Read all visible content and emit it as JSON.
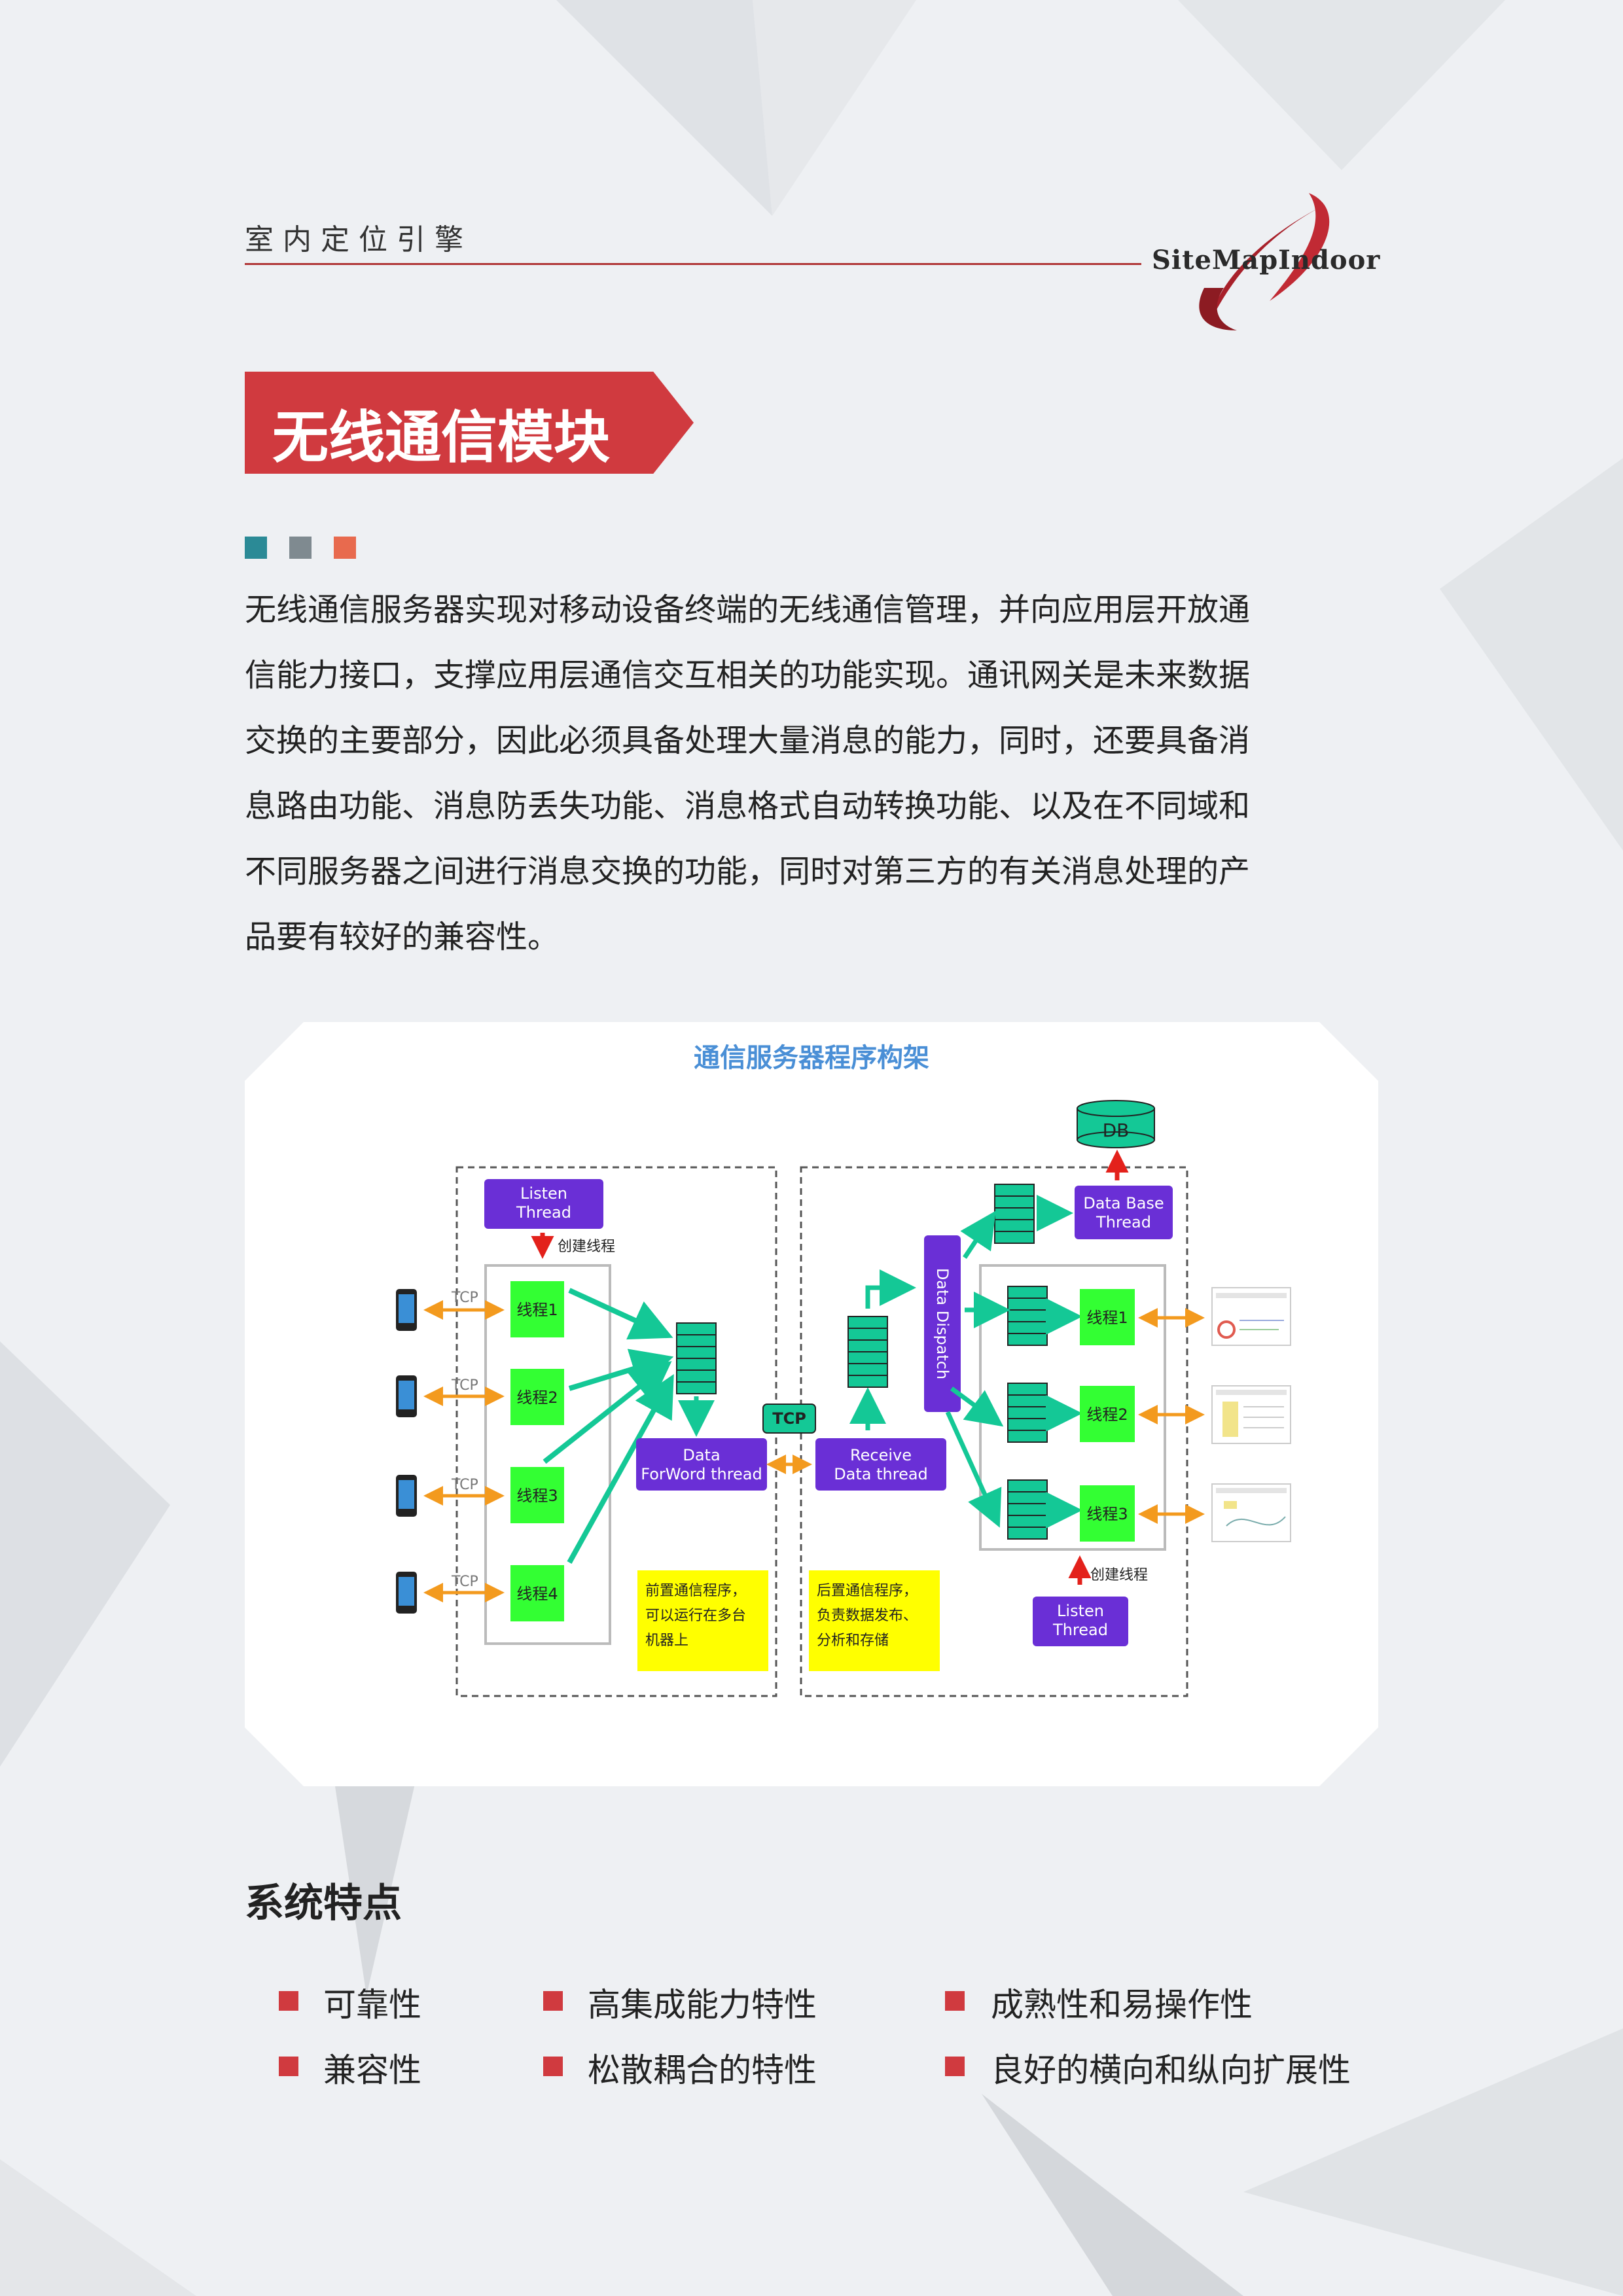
{
  "header": {
    "doc_title": "室内定位引擎",
    "logo_text": "SiteMapIndoor"
  },
  "section": {
    "title": "无线通信模块",
    "squares": [
      "#2b8a96",
      "#7f8a90",
      "#e86a4e"
    ],
    "intro_lines": [
      "无线通信服务器实现对移动设备终端的无线通信管理，并向应用层开放通",
      "信能力接口，支撑应用层通信交互相关的功能实现。通讯网关是未来数据",
      "交换的主要部分，因此必须具备处理大量消息的能力，同时，还要具备消",
      "息路由功能、消息防丢失功能、消息格式自动转换功能、以及在不同域和",
      "不同服务器之间进行消息交换的功能，同时对第三方的有关消息处理的产",
      "品要有较好的兼容性。"
    ]
  },
  "diagram": {
    "title": "通信服务器程序构架",
    "listen_thread_left": [
      "Listen",
      "Thread"
    ],
    "create_thread_label": "创建线程",
    "tcp_label": "TCP",
    "left_threads": [
      "线程1",
      "线程2",
      "线程3",
      "线程4"
    ],
    "forward_thread": [
      "Data",
      "ForWord thread"
    ],
    "tcp_bridge": "TCP",
    "receive_thread": [
      "Receive",
      "Data thread"
    ],
    "db_label": "DB",
    "db_thread": [
      "Data Base",
      "Thread"
    ],
    "dispatch_label": "Data Dispatch",
    "right_threads": [
      "线程1",
      "线程2",
      "线程3"
    ],
    "listen_thread_right": [
      "Listen",
      "Thread"
    ],
    "create_thread_label_right": "创建线程",
    "note_left": [
      "前置通信程序，",
      "可以运行在多台",
      "机器上"
    ],
    "note_right": [
      "后置通信程序，",
      "负责数据发布、",
      "分析和存储"
    ],
    "colors": {
      "purple": "#6a2fd6",
      "green": "#33ff33",
      "teal": "#14c896",
      "orange": "#f39a1e",
      "red": "#e3211b",
      "yellow": "#ffff00",
      "title_blue": "#4a8fd6"
    }
  },
  "features": {
    "title": "系统特点",
    "items": [
      [
        "可靠性",
        "高集成能力特性",
        "成熟性和易操作性"
      ],
      [
        "兼容性",
        "松散耦合的特性",
        "良好的横向和纵向扩展性"
      ]
    ]
  }
}
